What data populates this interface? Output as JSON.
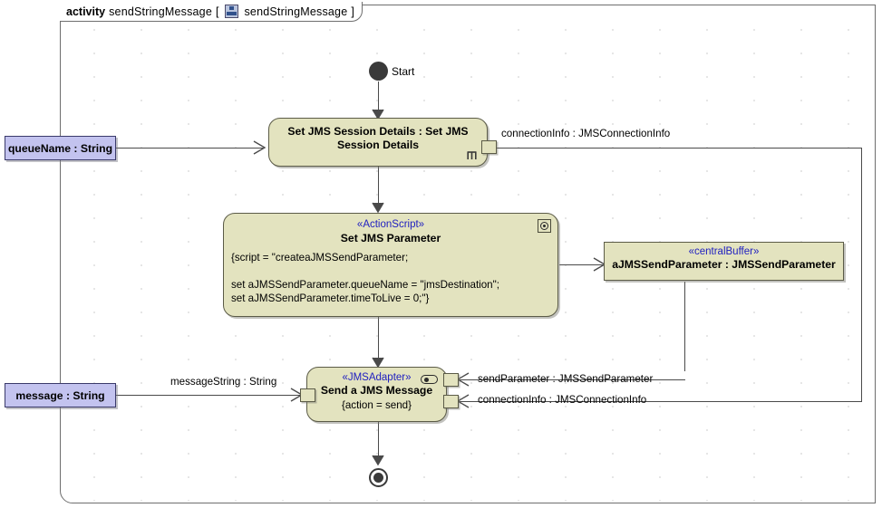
{
  "frame": {
    "keyword": "activity",
    "name": "sendStringMessage",
    "bracket_open": "[",
    "icon": "activity-diagram-icon",
    "param_name": "sendStringMessage",
    "bracket_close": "]"
  },
  "control_nodes": {
    "start_label": "Start",
    "initial_node": "initial-node",
    "final_node": "activity-final-node"
  },
  "parameters": [
    {
      "label": "queueName : String"
    },
    {
      "label": "message : String"
    }
  ],
  "nodes": {
    "session": {
      "name": "Set JMS Session Details : Set JMS Session Details",
      "icon": "rake-icon"
    },
    "set_param": {
      "stereotype": "«ActionScript»",
      "name": "Set JMS Parameter",
      "body_lines": [
        "{script = \"createaJMSSendParameter;",
        "",
        "set aJMSSendParameter.queueName = \"jmsDestination\";",
        "set aJMSSendParameter.timeToLive = 0;\"}"
      ],
      "icon": "script-gear-icon"
    },
    "buffer": {
      "stereotype": "«centralBuffer»",
      "name": "aJMSSendParameter : JMSSendParameter"
    },
    "send": {
      "stereotype": "«JMSAdapter»",
      "name": "Send a JMS Message",
      "body": "{action = send}",
      "icon": "adapter-pill-icon"
    }
  },
  "edge_labels": {
    "connection_info_top": "connectionInfo : JMSConnectionInfo",
    "message_string": "messageString : String",
    "send_parameter": "sendParameter : JMSSendParameter",
    "connection_info_bottom": "connectionInfo : JMSConnectionInfo"
  },
  "colors": {
    "node_fill": "#e3e3bf",
    "node_border": "#5b5b47",
    "param_fill": "#c3c3ef",
    "param_border": "#3a3a6a",
    "stereotype_text": "#2020c0",
    "edge": "#4a4a4a",
    "frame_border": "#6e6e6e"
  }
}
